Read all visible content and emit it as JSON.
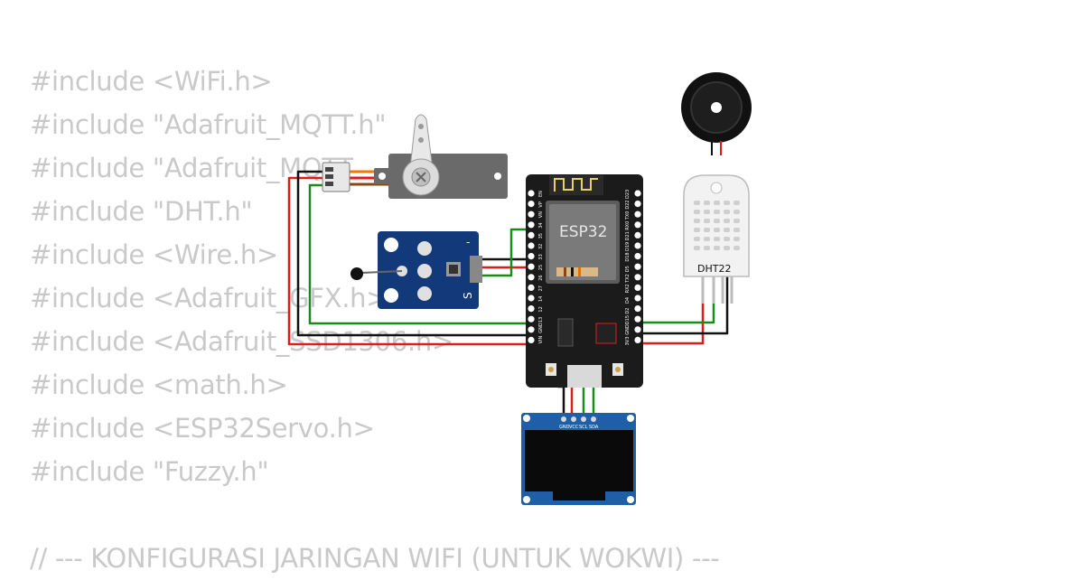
{
  "code": {
    "lines": [
      "#include <WiFi.h>",
      "#include \"Adafruit_MQTT.h\"",
      "#include \"Adafruit_MQTT",
      "#include \"DHT.h\"",
      "#include <Wire.h>",
      "#include <Adafruit_GFX.h>",
      "#include <Adafruit_SSD1306.h>",
      "#include <math.h>",
      "#include <ESP32Servo.h>",
      "#include \"Fuzzy.h\"",
      "",
      "// --- KONFIGURASI JARINGAN WIFI (UNTUK WOKWI) ---"
    ]
  },
  "circuit": {
    "mcu_label": "ESP32",
    "dht_label": "DHT22",
    "ntc_label": "S",
    "ntc_minus": "-",
    "oled_pins": [
      "GND",
      "VCC",
      "SCL",
      "SDA"
    ],
    "esp_left_pins": [
      "EN",
      "VP",
      "VN",
      "34",
      "35",
      "32",
      "33",
      "25",
      "26",
      "27",
      "14",
      "12",
      "13",
      "GND",
      "VIN"
    ],
    "esp_right_pins": [
      "D23",
      "D22",
      "TX0",
      "RX0",
      "D21",
      "D19",
      "D18",
      "D5",
      "TX2",
      "RX2",
      "D4",
      "D2",
      "D15",
      "GND",
      "3V3"
    ],
    "wire_colors": {
      "green": "#1a8a1a",
      "red": "#e01b1b",
      "black": "#111111",
      "orange": "#f07a00",
      "brown": "#8b4513"
    },
    "board_color": "#1b1b1b",
    "module_blue": "#123a7a"
  }
}
